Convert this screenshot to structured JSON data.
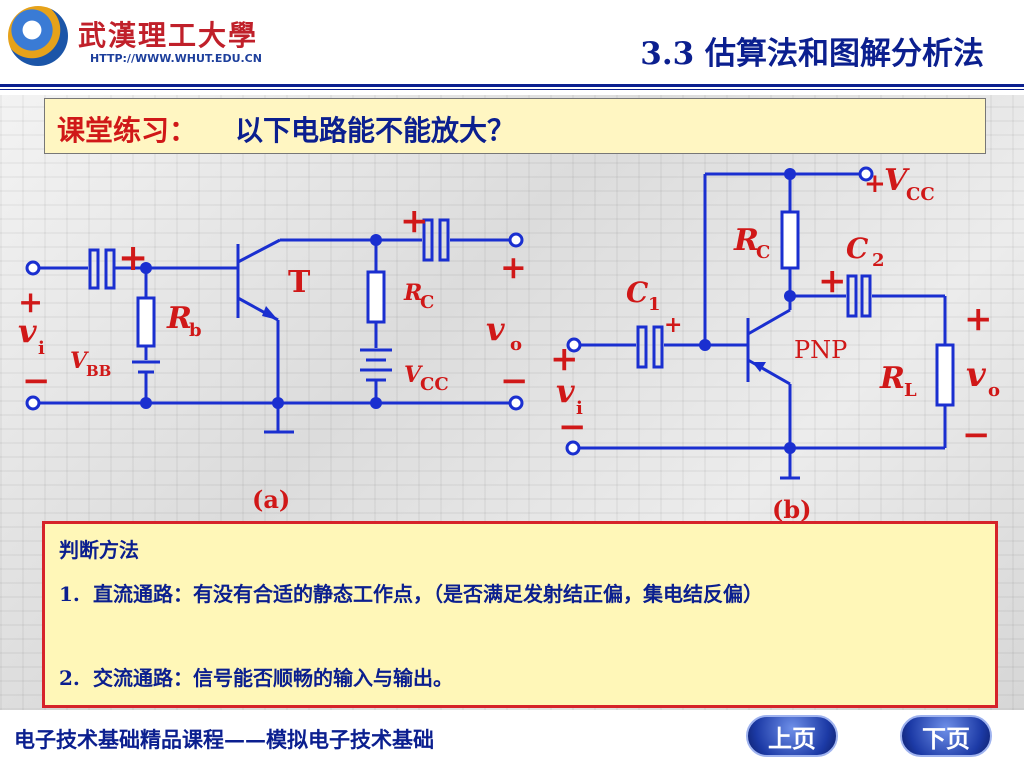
{
  "header": {
    "logo_title": "武漢理工大學",
    "logo_url": "HTTP://WWW.WHUT.EDU.CN",
    "section_title": "3.3   估算法和图解分析法"
  },
  "exercise": {
    "label": "课堂练习：",
    "question": "以下电路能不能放大？"
  },
  "circuit_a": {
    "caption": "(a)",
    "transistor": "T",
    "rb_main": "R",
    "rb_sub": "b",
    "rc_main": "R",
    "rc_sub": "C",
    "vbb_main": "V",
    "vbb_sub": "BB",
    "vcc_main": "V",
    "vcc_sub": "CC",
    "vi_main": "v",
    "vi_sub": "i",
    "vo_main": "v",
    "vo_sub": "o",
    "plus": "+",
    "minus": "−"
  },
  "circuit_b": {
    "caption": "(b)",
    "vcc_main": "V",
    "vcc_sub": "CC",
    "rc_main": "R",
    "rc_sub": "C",
    "c1_main": "C",
    "c1_sub": "1",
    "c2_main": "C",
    "c2_sub": "2",
    "type": "PNP",
    "rl_main": "R",
    "rl_sub": "L",
    "vi_main": "v",
    "vi_sub": "i",
    "vo_main": "v",
    "vo_sub": "o",
    "plus": "+",
    "minus": "−"
  },
  "method": {
    "title": "判断方法",
    "item1_num": "1.",
    "item1_text": "直流通路：有没有合适的静态工作点，（是否满足发射结正偏，集电结反偏）",
    "item2_num": "2.",
    "item2_text": "交流通路：信号能否顺畅的输入与输出。"
  },
  "footer": {
    "course": "电子技术基础精品课程——模拟电子技术基础",
    "prev": "上页",
    "next": "下页"
  },
  "colors": {
    "wire": "#1a2fd0",
    "title_blue": "#0b1f8f",
    "accent_red": "#d01818"
  }
}
